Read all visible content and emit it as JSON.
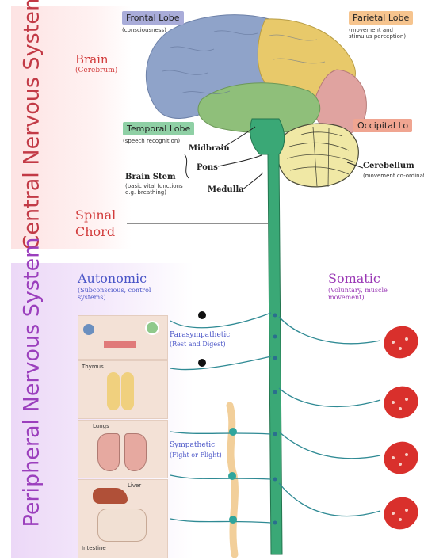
{
  "titles": {
    "cns": "Central Nervous System",
    "pns": "Peripheral Nervous System"
  },
  "brain": {
    "label": "Brain",
    "sub": "(Cerebrum)"
  },
  "lobes": {
    "frontal": {
      "name": "Frontal Lobe",
      "desc": "(consciousness)",
      "color": "#9fa4d8"
    },
    "parietal": {
      "name": "Parietal Lobe",
      "desc": "(movement and\nstimulus perception)",
      "color": "#f6c48e"
    },
    "temporal": {
      "name": "Temporal Lobe",
      "desc": "(speech recognition)",
      "color": "#8fd0a5"
    },
    "occipital": {
      "name": "Occipital Lo",
      "color": "#f0a591"
    }
  },
  "brainstem": {
    "label": "Brain Stem",
    "desc": "(basic vital functions\ne.g. breathing)",
    "midbrain": "Midbrain",
    "pons": "Pons",
    "medulla": "Medulla"
  },
  "cerebellum": {
    "label": "Cerebellum",
    "desc": "(movement co-ordinati"
  },
  "spinal": {
    "line1": "Spinal",
    "line2": "Chord"
  },
  "autonomic": {
    "label": "Autonomic",
    "desc": "(Subconscious, control\nsystems)"
  },
  "somatic": {
    "label": "Somatic",
    "desc": "(Voluntary, muscle\nmovement)"
  },
  "parasympathetic": {
    "label": "Parasympathetic",
    "desc": "(Rest and Digest)"
  },
  "sympathetic": {
    "label": "Sympathetic",
    "desc": "(Fight or Flight)"
  },
  "organs": {
    "thymus": "Thymus",
    "lungs": "Lungs",
    "liver": "Liver",
    "intestine": "Intestine"
  },
  "colors": {
    "spinal_cord": "#3aa876",
    "muscle": "#d9302c",
    "nerve": "#2f8a94",
    "ganglia_chain": "#f2cf9a"
  }
}
